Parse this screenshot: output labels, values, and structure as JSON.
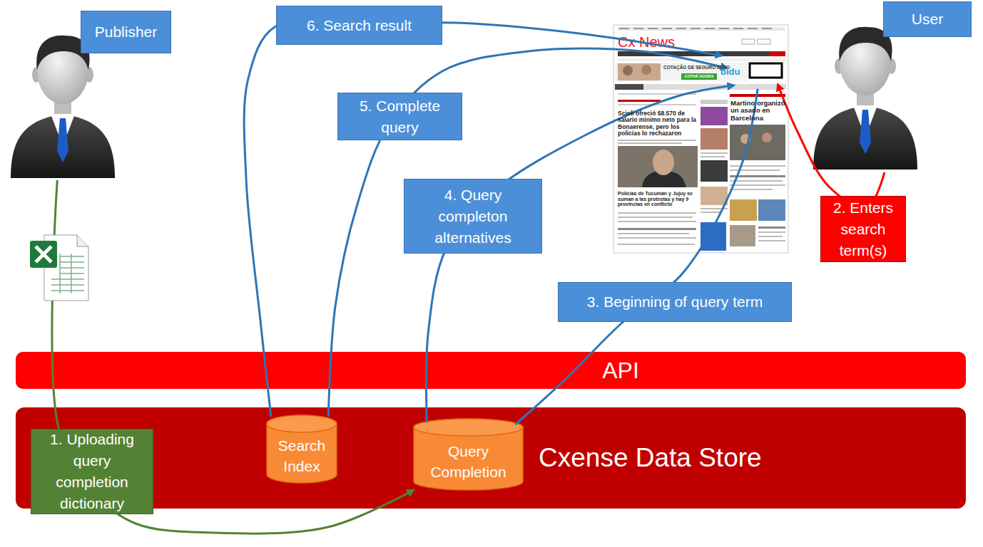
{
  "diagram": {
    "nodes": [
      {
        "text": [
          "Publisher"
        ]
      },
      {
        "text": [
          "Cx News"
        ]
      },
      {
        "text": [
          "User"
        ]
      },
      {
        "text": [
          "API"
        ]
      },
      {
        "text": [
          "Cxense Data Store"
        ]
      },
      {
        "text": [
          "Search Index"
        ],
        "in": 4
      },
      {
        "text": [
          "Query Completion"
        ],
        "in": 4
      }
    ],
    "edges": [
      {
        "from": 0,
        "to": 6,
        "arrow": "to",
        "label": "1. Uploading query completion dictionary"
      },
      {
        "from": 2,
        "to": 1,
        "arrow": "to",
        "label": "2. Enters search term(s)"
      },
      {
        "from": 1,
        "to": 6,
        "arrow": "none",
        "label": "3. Beginning of query term"
      },
      {
        "from": 6,
        "to": 1,
        "arrow": "to",
        "label": "4. Query completon alternatives"
      },
      {
        "from": 5,
        "to": 1,
        "arrow": "to",
        "label": "5. Complete query"
      },
      {
        "from": 5,
        "to": 1,
        "arrow": "to",
        "label": "6. Search result"
      }
    ],
    "labels": [
      "COTAÇÃO DE SEGURO AUTO",
      "COTAR AGORA",
      "bidu",
      "Scioli ofreció $8.570 de salario mínimo neto para la Bonaerense, pero los policías lo rechazaron",
      "Martino organizó un asado en Barcelona",
      "Policías de Tucumán y Jujuy se suman a las protestas y hay 9 provincias en conflicto"
    ]
  }
}
